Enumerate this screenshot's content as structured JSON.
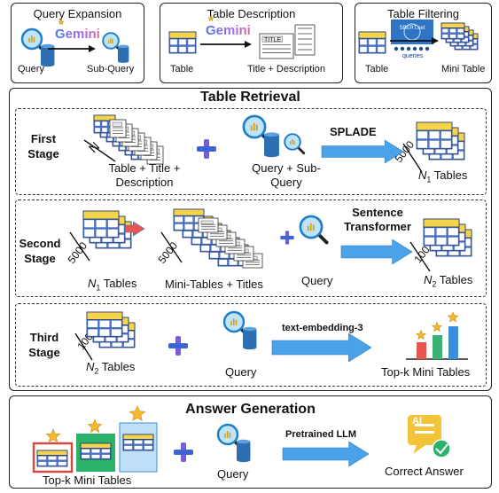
{
  "top": {
    "query_expansion": {
      "title": "Query Expansion",
      "model": "Gemini",
      "left_label": "Query",
      "right_label": "Sub-Query"
    },
    "table_description": {
      "title": "Table Description",
      "model": "Gemini",
      "left_label": "Table",
      "right_label": "Title + Description",
      "doc_word": "TITLE"
    },
    "table_filtering": {
      "title": "Table Filtering",
      "model_badge": "SBERT.net",
      "left_label": "Table",
      "under_model": "queries",
      "right_label": "Mini Table"
    }
  },
  "retrieval": {
    "title": "Table Retrieval",
    "first": {
      "stage": "First Stage",
      "stack_count": "N",
      "left_label": "Table + Title + Description",
      "mid_label": "Query + Sub-Query",
      "arrow_label": "SPLADE",
      "out_count": "5000",
      "out_label_var": "N",
      "out_label_sub": "1",
      "out_label_text": "Tables"
    },
    "second": {
      "stage": "Second Stage",
      "in_count": "5000",
      "in_var": "N",
      "in_sub": "1",
      "in_text": "Tables",
      "mini_count": "5000",
      "mini_label": "Mini-Tables + Titles",
      "query_label": "Query",
      "arrow_label": "Sentence Transformer",
      "out_count": "100",
      "out_var": "N",
      "out_sub": "2",
      "out_text": "Tables"
    },
    "third": {
      "stage": "Third Stage",
      "in_count": "100",
      "in_var": "N",
      "in_sub": "2",
      "in_text": "Tables",
      "query_label": "Query",
      "arrow_label": "text-embedding-3",
      "out_label": "Top-k Mini Tables"
    }
  },
  "answer": {
    "title": "Answer Generation",
    "left_label": "Top-k Mini Tables",
    "query_label": "Query",
    "arrow_label": "Pretrained LLM",
    "out_label": "Correct Answer",
    "badge_text": "AI"
  },
  "colors": {
    "table_header": "#f4d44a",
    "table_body": "#4b6fbf",
    "table_cell": "#ffffff",
    "arrow_fill": "#4aa3e8",
    "red_arrow": "#e8564e",
    "plus_purple": "#7b5cd6",
    "plus_blue": "#3b63d6",
    "star": "#f5b830",
    "query_ring": "#1f7ec8",
    "db": "#2c6fb2"
  }
}
